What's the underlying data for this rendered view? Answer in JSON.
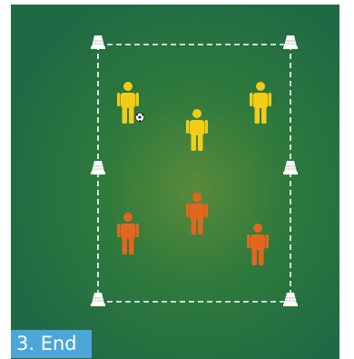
{
  "diagram": {
    "caption": "3. End",
    "colors": {
      "field_center": "#5a8a3a",
      "field_mid": "#2f7a3c",
      "field_edge": "#1f6a44",
      "boundary_line": "#ffffff",
      "cone": "#ffffff",
      "team_yellow": "#f2cc16",
      "team_orange": "#e4661e",
      "caption_bg": "#4da6d8"
    },
    "cones": [
      {
        "id": "top-left"
      },
      {
        "id": "top-right"
      },
      {
        "id": "middle-left"
      },
      {
        "id": "middle-right"
      },
      {
        "id": "bottom-left"
      },
      {
        "id": "bottom-right"
      }
    ],
    "players": [
      {
        "team": "yellow",
        "role": "player"
      },
      {
        "team": "yellow",
        "role": "player"
      },
      {
        "team": "yellow",
        "role": "player"
      },
      {
        "team": "orange",
        "role": "player"
      },
      {
        "team": "orange",
        "role": "player"
      },
      {
        "team": "orange",
        "role": "player"
      }
    ],
    "ball": {
      "icon": "soccer-ball-icon",
      "held_by_team": "yellow"
    }
  }
}
